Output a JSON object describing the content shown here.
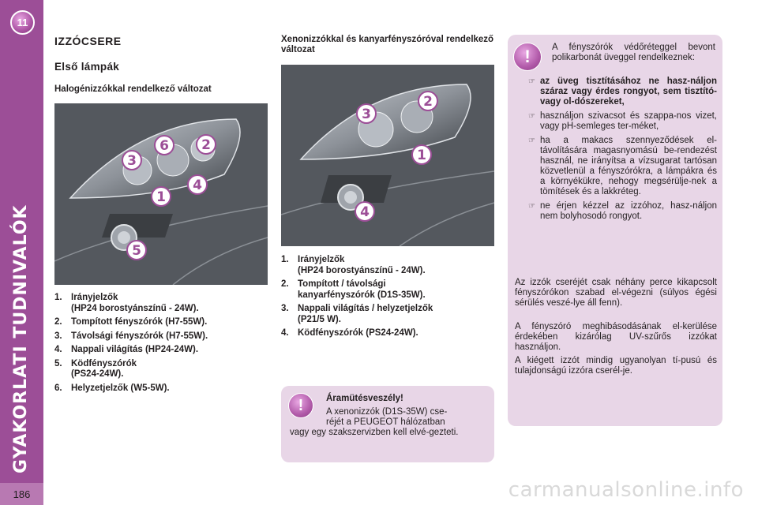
{
  "sidebar": {
    "chapter_number": "11",
    "section_title": "GYAKORLATI TUDNIVALÓK",
    "page_number": "186",
    "accent_color": "#9c4e97"
  },
  "heading": "IZZÓCSERE",
  "subheading": "Első lámpák",
  "halogen": {
    "title": "Halogénizzókkal rendelkező változat",
    "image_callouts": [
      "6",
      "2",
      "3",
      "4",
      "1",
      "5"
    ],
    "items": [
      {
        "num": "1.",
        "text": "Irányjelzők",
        "sub": "(HP24 borostyánszínű - 24W)."
      },
      {
        "num": "2.",
        "text": "Tompított fényszórók (H7-55W)."
      },
      {
        "num": "3.",
        "text": "Távolsági fényszórók (H7-55W)."
      },
      {
        "num": "4.",
        "text": "Nappali világítás (HP24-24W)."
      },
      {
        "num": "5.",
        "text": "Ködfényszórók",
        "sub": "(PS24-24W)."
      },
      {
        "num": "6.",
        "text": "Helyzetjelzők (W5-5W)."
      }
    ]
  },
  "xenon": {
    "title": "Xenonizzókkal és kanyarfényszóróval rendelkező változat",
    "image_callouts": [
      "3",
      "2",
      "1",
      "4"
    ],
    "items": [
      {
        "num": "1.",
        "text": "Irányjelzők",
        "sub": "(HP24 borostyánszínű - 24W)."
      },
      {
        "num": "2.",
        "text": "Tompított / távolsági",
        "sub": "kanyarfényszórók (D1S-35W)."
      },
      {
        "num": "3.",
        "text": "Nappali világítás / helyzetjelzők",
        "sub": "(P21/5 W)."
      },
      {
        "num": "4.",
        "text": "Ködfényszórók (PS24-24W)."
      }
    ]
  },
  "danger_box": {
    "icon": "exclamation-icon",
    "title": "Áramütésveszély!",
    "line1": "A xenonizzók (D1S-35W) cse-",
    "line2": "réjét a PEUGEOT hálózatban",
    "rest": "vagy egy szakszervizben kell elvé-gezteti."
  },
  "care_box": {
    "icon": "exclamation-icon",
    "intro": "A fényszórók védőréteggel bevont polikarbonát üveggel rendelkeznek:",
    "bullet_icon": "pointing-hand-icon",
    "bullets": [
      {
        "text": "az üveg tisztításához ne hasz-náljon száraz vagy érdes rongyot, sem tisztító- vagy ol-dószereket,",
        "bold": true
      },
      {
        "text": "használjon szivacsot és szappa-nos vizet, vagy pH-semleges ter-méket,",
        "bold": false
      },
      {
        "text": "ha a makacs szennyeződések el-távolítására magasnyomású be-rendezést használ, ne irányítsa a vízsugarat tartósan közvetlenül a fényszórókra, a lámpákra és a környékükre, nehogy megsérülje-nek a tömítések és a lakkréteg.",
        "bold": false
      },
      {
        "text": "ne érjen kézzel az izzóhoz, hasz-náljon nem bolyhosodó rongyot.",
        "bold": false
      }
    ],
    "para1": "Az izzók cseréjét csak néhány perce kikapcsolt fényszórókon szabad el-végezni (súlyos égési sérülés veszé-lye áll fenn).",
    "para2": "A fényszóró meghibásodásának el-kerülése érdekében kizárólag UV-szűrős izzókat használjon.",
    "para3": "A kiégett izzót mindig ugyanolyan tí-pusú és tulajdonságú izzóra cserél-je."
  },
  "watermark": "carmanualsonline.info"
}
